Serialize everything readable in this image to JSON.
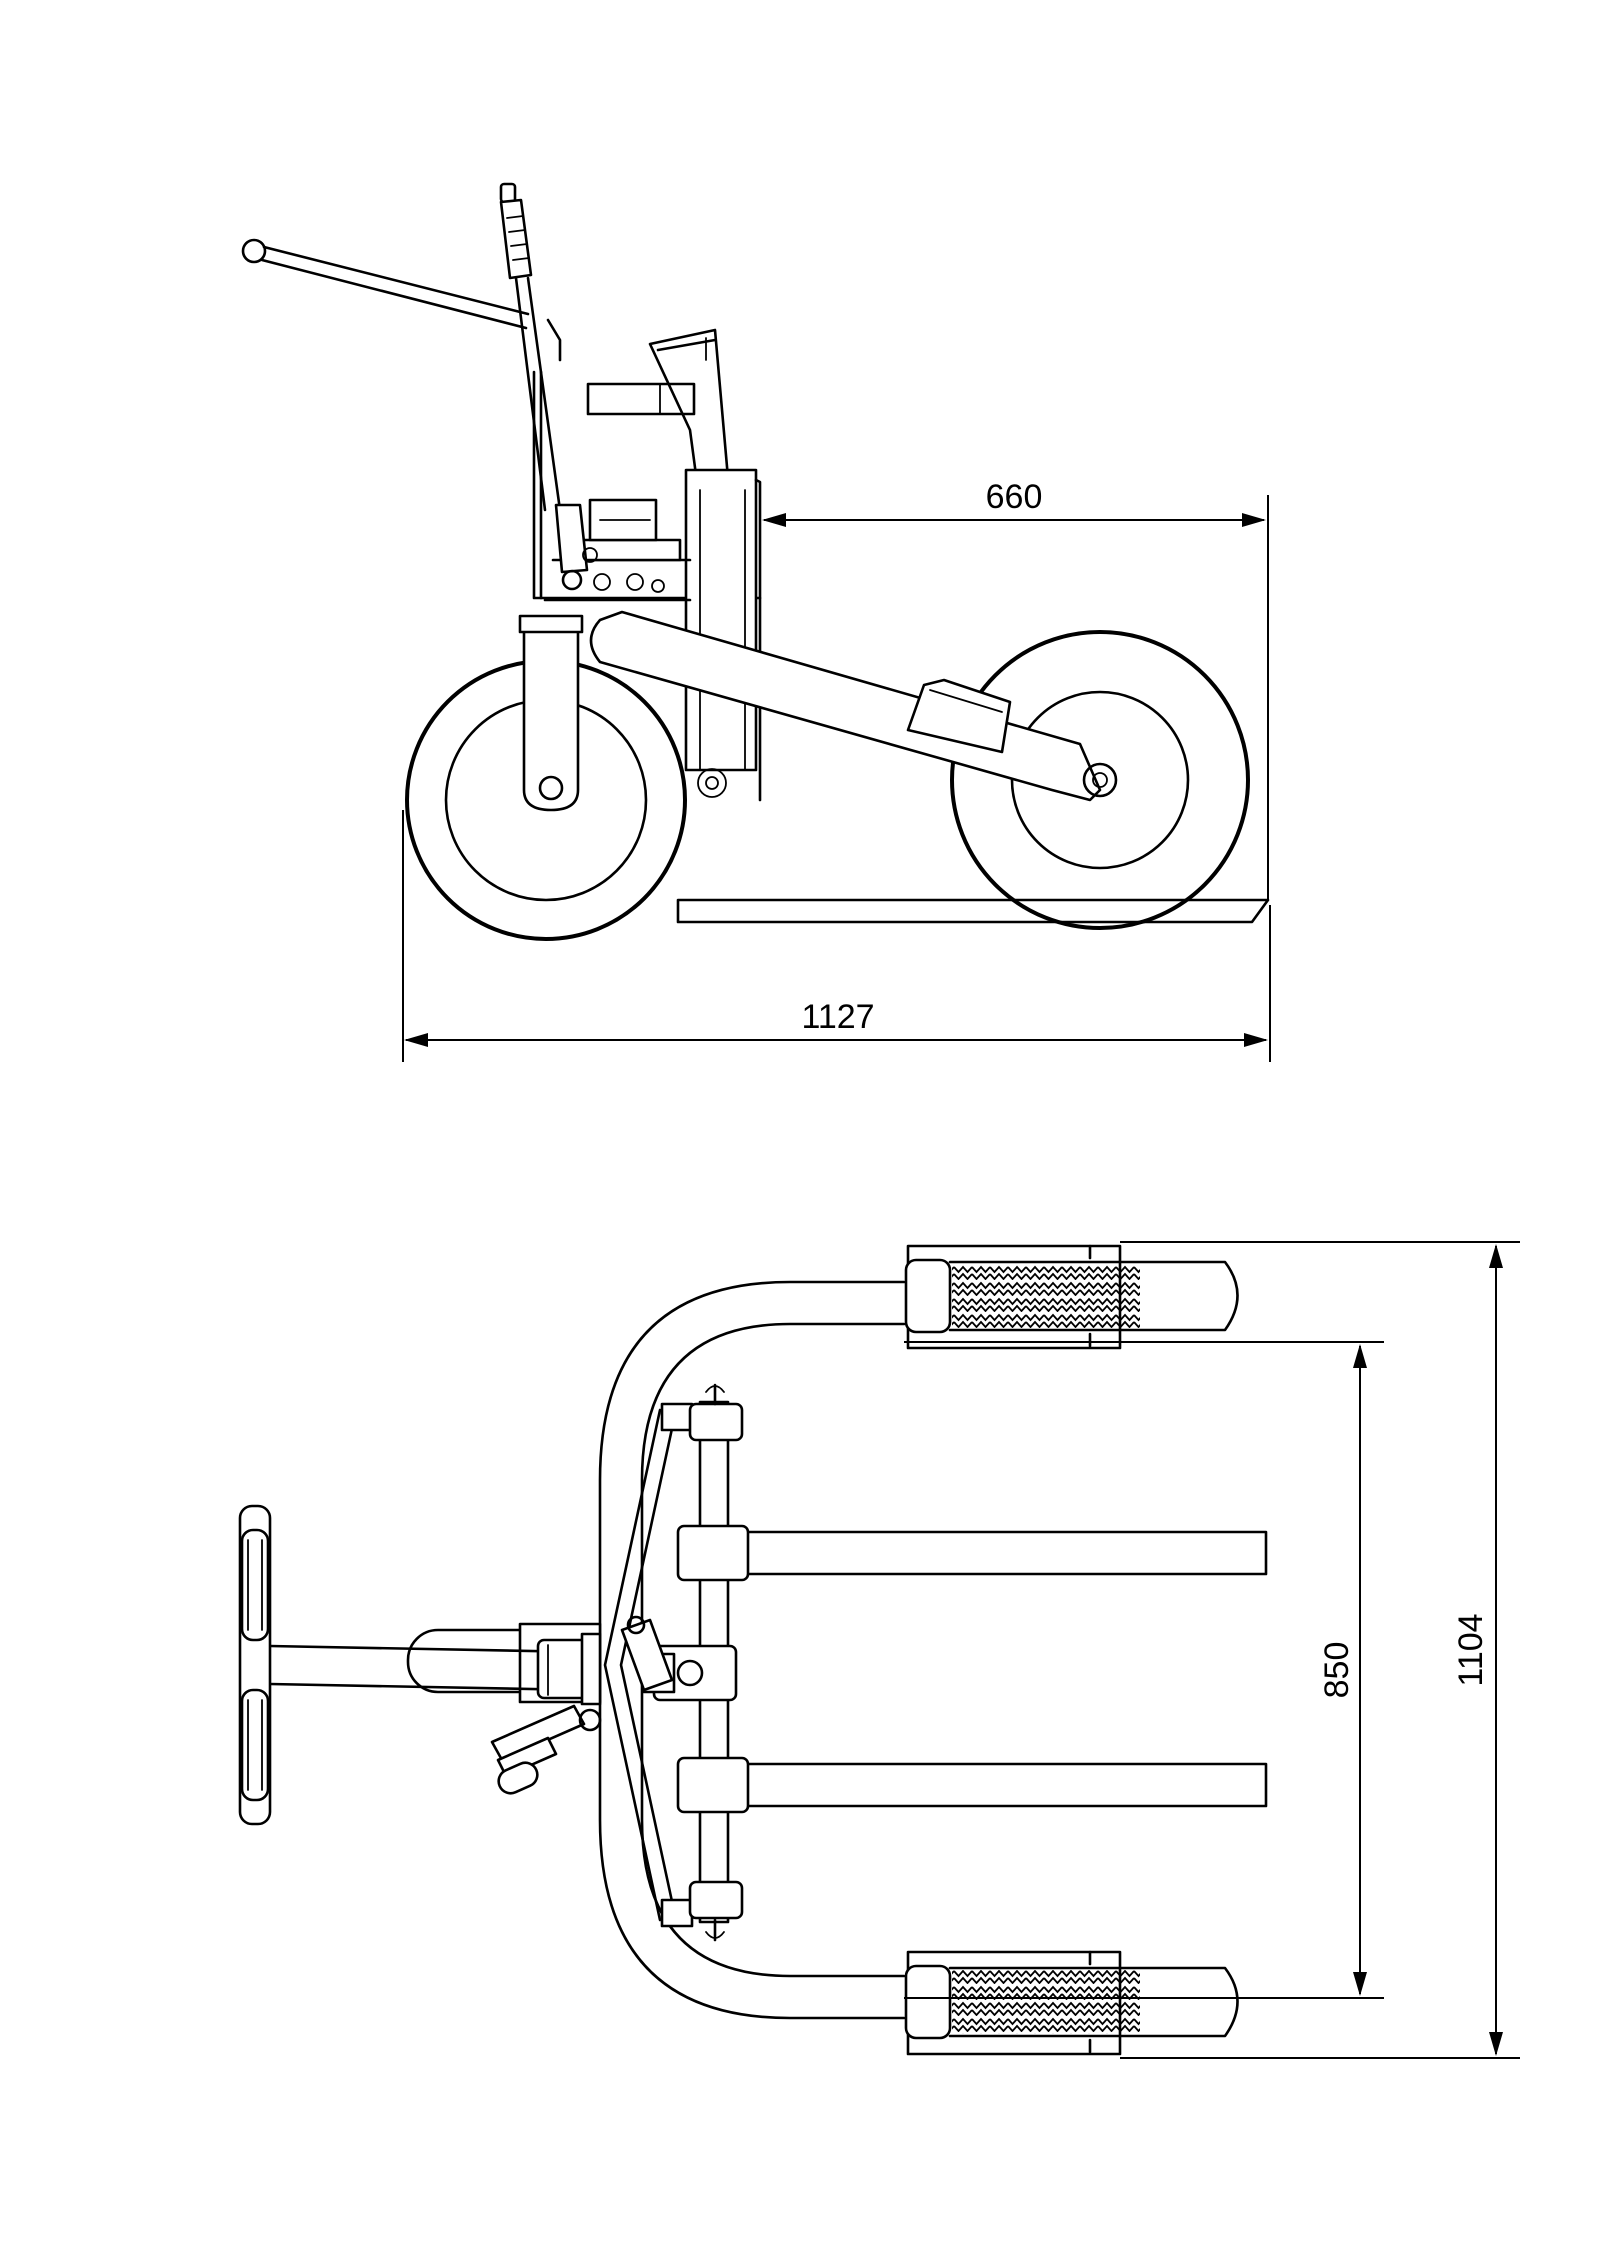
{
  "dimensions": {
    "side_view_depth": "660",
    "side_view_length": "1127",
    "top_view_inner_width": "850",
    "top_view_outer_width": "1104"
  }
}
